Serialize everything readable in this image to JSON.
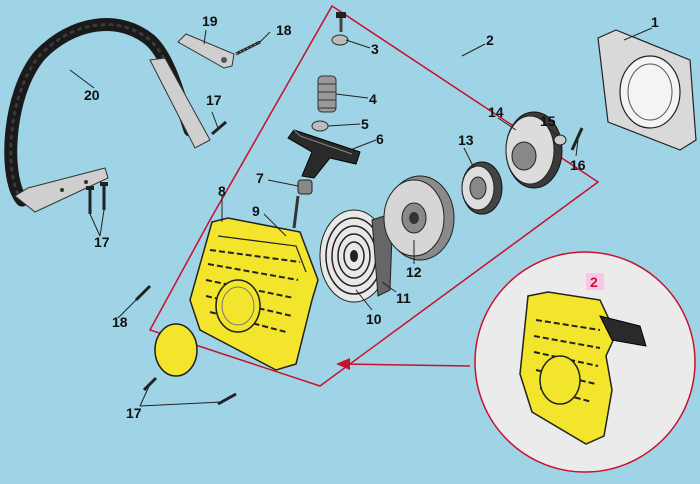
{
  "diagram": {
    "colors": {
      "background": "#9fd4e6",
      "assembly_outline": "#c8102e",
      "housing_yellow": "#f2e52b",
      "metal": "#c9c9c9",
      "dark": "#1a1a1a"
    },
    "callouts": [
      "1",
      "2",
      "3",
      "4",
      "5",
      "6",
      "7",
      "8",
      "9",
      "10",
      "11",
      "12",
      "13",
      "14",
      "15",
      "16",
      "17",
      "17",
      "17",
      "18",
      "18",
      "19",
      "20"
    ],
    "inset_label": "2"
  }
}
